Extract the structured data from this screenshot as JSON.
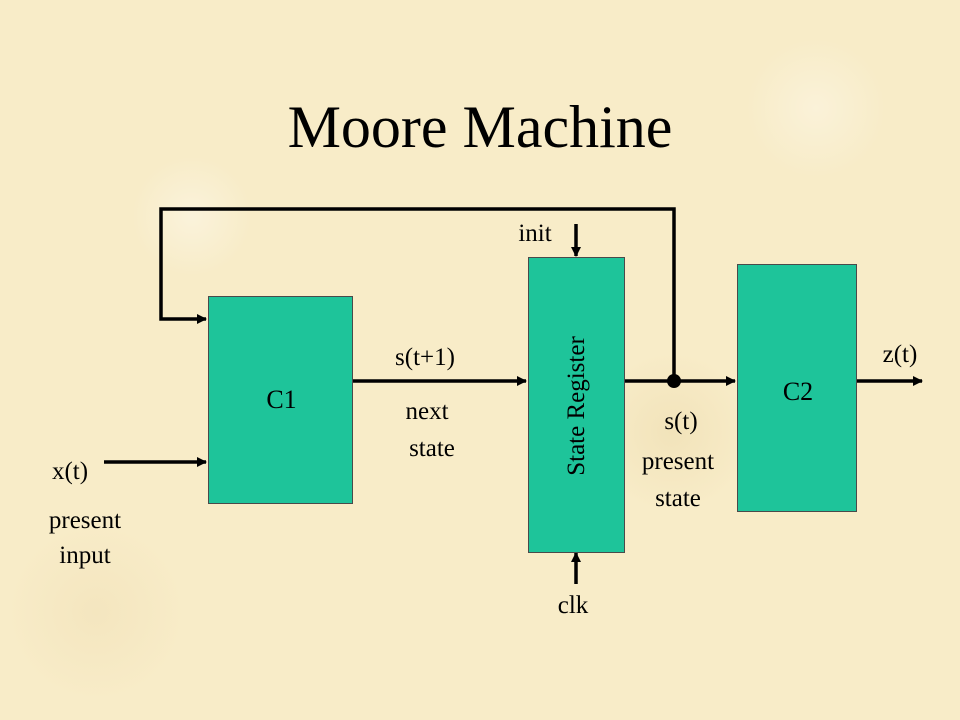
{
  "title": "Moore Machine",
  "blocks": {
    "c1": "C1",
    "state_register": "State Register",
    "c2": "C2"
  },
  "signals": {
    "input": "x(t)",
    "input_desc_1": "present",
    "input_desc_2": "input",
    "next_state": "s(t+1)",
    "next_state_desc_1": "next",
    "next_state_desc_2": "state",
    "present_state": "s(t)",
    "present_state_desc_1": "present",
    "present_state_desc_2": "state",
    "output": "z(t)",
    "init": "init",
    "clk": "clk"
  },
  "colors": {
    "block_fill": "#1ec49a",
    "background": "#f8ecc8"
  }
}
